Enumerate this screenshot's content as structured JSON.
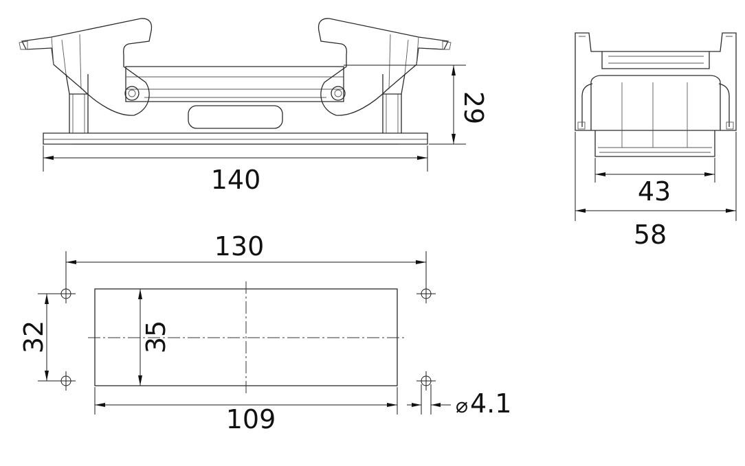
{
  "dimensions": {
    "side_width": "140",
    "side_height": "29",
    "end_inner": "43",
    "end_outer": "58",
    "hole_spacing_x": "130",
    "hole_spacing_y": "32",
    "cutout_height": "35",
    "cutout_width": "109",
    "hole_diameter": "4.1"
  },
  "diameter_symbol": "⌀"
}
